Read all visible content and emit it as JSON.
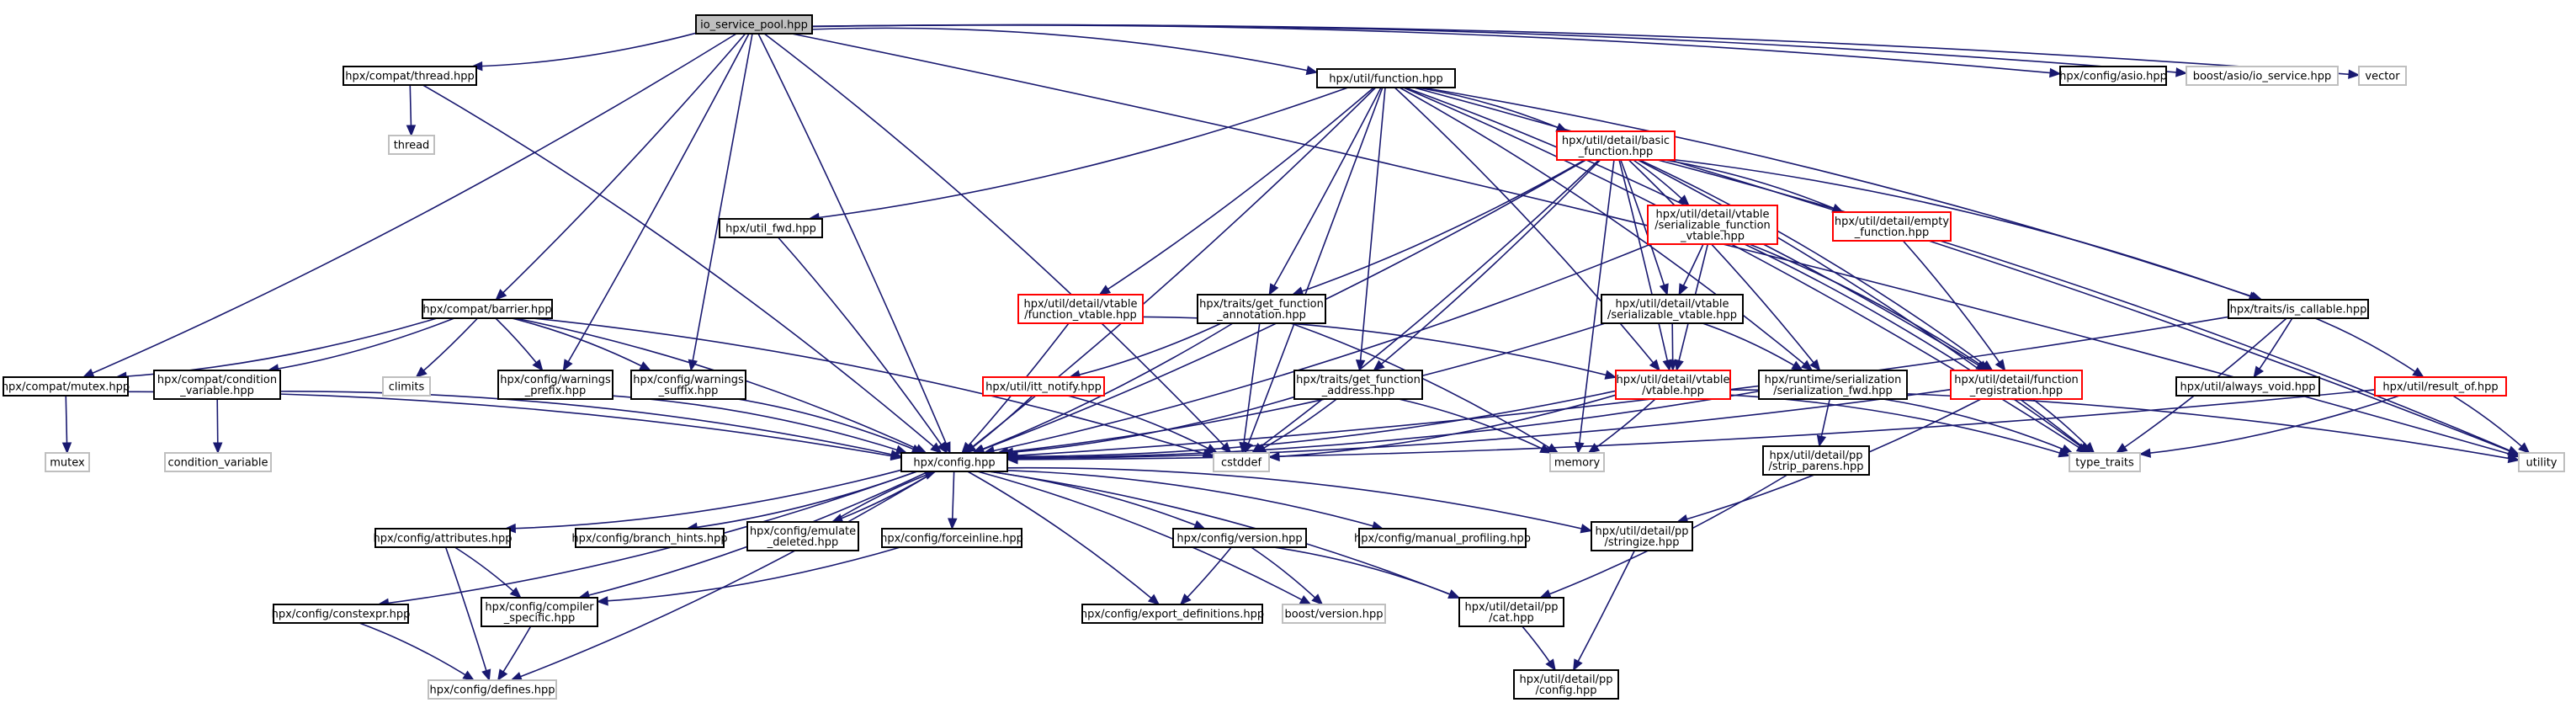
{
  "diagram": {
    "nodes": [
      {
        "id": "root",
        "lines": [
          "io_service_pool.hpp"
        ],
        "style": "root"
      },
      {
        "id": "thread",
        "lines": [
          "hpx/compat/thread.hpp"
        ],
        "style": "normal"
      },
      {
        "id": "function",
        "lines": [
          "hpx/util/function.hpp"
        ],
        "style": "normal"
      },
      {
        "id": "asio",
        "lines": [
          "hpx/config/asio.hpp"
        ],
        "style": "normal"
      },
      {
        "id": "boost_io",
        "lines": [
          "boost/asio/io_service.hpp"
        ],
        "style": "missing"
      },
      {
        "id": "vector",
        "lines": [
          "vector"
        ],
        "style": "missing"
      },
      {
        "id": "thread_std",
        "lines": [
          "thread"
        ],
        "style": "missing"
      },
      {
        "id": "basic_fn",
        "lines": [
          "hpx/util/detail/basic",
          "_function.hpp"
        ],
        "style": "truncated"
      },
      {
        "id": "util_fwd",
        "lines": [
          "hpx/util_fwd.hpp"
        ],
        "style": "normal"
      },
      {
        "id": "ser_fn_vt",
        "lines": [
          "hpx/util/detail/vtable",
          "/serializable_function",
          "_vtable.hpp"
        ],
        "style": "truncated"
      },
      {
        "id": "empty_fn",
        "lines": [
          "hpx/util/detail/empty",
          "_function.hpp"
        ],
        "style": "truncated"
      },
      {
        "id": "barrier",
        "lines": [
          "hpx/compat/barrier.hpp"
        ],
        "style": "normal"
      },
      {
        "id": "fn_vtable",
        "lines": [
          "hpx/util/detail/vtable",
          "/function_vtable.hpp"
        ],
        "style": "truncated"
      },
      {
        "id": "get_fn_ann",
        "lines": [
          "hpx/traits/get_function",
          "_annotation.hpp"
        ],
        "style": "normal"
      },
      {
        "id": "ser_vt",
        "lines": [
          "hpx/util/detail/vtable",
          "/serializable_vtable.hpp"
        ],
        "style": "normal"
      },
      {
        "id": "is_callable",
        "lines": [
          "hpx/traits/is_callable.hpp"
        ],
        "style": "normal"
      },
      {
        "id": "mutex_hpp",
        "lines": [
          "hpx/compat/mutex.hpp"
        ],
        "style": "normal"
      },
      {
        "id": "cond_var",
        "lines": [
          "hpx/compat/condition",
          "_variable.hpp"
        ],
        "style": "normal"
      },
      {
        "id": "climits",
        "lines": [
          "climits"
        ],
        "style": "missing"
      },
      {
        "id": "warn_prefix",
        "lines": [
          "hpx/config/warnings",
          "_prefix.hpp"
        ],
        "style": "normal"
      },
      {
        "id": "warn_suffix",
        "lines": [
          "hpx/config/warnings",
          "_suffix.hpp"
        ],
        "style": "normal"
      },
      {
        "id": "itt_notify",
        "lines": [
          "hpx/util/itt_notify.hpp"
        ],
        "style": "truncated"
      },
      {
        "id": "get_fn_addr",
        "lines": [
          "hpx/traits/get_function",
          "_address.hpp"
        ],
        "style": "normal"
      },
      {
        "id": "vtable",
        "lines": [
          "hpx/util/detail/vtable",
          "/vtable.hpp"
        ],
        "style": "truncated"
      },
      {
        "id": "ser_fwd",
        "lines": [
          "hpx/runtime/serialization",
          "/serialization_fwd.hpp"
        ],
        "style": "normal"
      },
      {
        "id": "fn_reg",
        "lines": [
          "hpx/util/detail/function",
          "_registration.hpp"
        ],
        "style": "truncated"
      },
      {
        "id": "always_void",
        "lines": [
          "hpx/util/always_void.hpp"
        ],
        "style": "normal"
      },
      {
        "id": "result_of",
        "lines": [
          "hpx/util/result_of.hpp"
        ],
        "style": "truncated"
      },
      {
        "id": "mutex",
        "lines": [
          "mutex"
        ],
        "style": "missing"
      },
      {
        "id": "condition_variable",
        "lines": [
          "condition_variable"
        ],
        "style": "missing"
      },
      {
        "id": "config",
        "lines": [
          "hpx/config.hpp"
        ],
        "style": "normal"
      },
      {
        "id": "cstddef",
        "lines": [
          "cstddef"
        ],
        "style": "missing"
      },
      {
        "id": "memory",
        "lines": [
          "memory"
        ],
        "style": "missing"
      },
      {
        "id": "strip_parens",
        "lines": [
          "hpx/util/detail/pp",
          "/strip_parens.hpp"
        ],
        "style": "normal"
      },
      {
        "id": "type_traits",
        "lines": [
          "type_traits"
        ],
        "style": "missing"
      },
      {
        "id": "utility",
        "lines": [
          "utility"
        ],
        "style": "missing"
      },
      {
        "id": "attributes",
        "lines": [
          "hpx/config/attributes.hpp"
        ],
        "style": "normal"
      },
      {
        "id": "branch_hints",
        "lines": [
          "hpx/config/branch_hints.hpp"
        ],
        "style": "normal"
      },
      {
        "id": "emulate_del",
        "lines": [
          "hpx/config/emulate",
          "_deleted.hpp"
        ],
        "style": "normal"
      },
      {
        "id": "forceinline",
        "lines": [
          "hpx/config/forceinline.hpp"
        ],
        "style": "normal"
      },
      {
        "id": "version",
        "lines": [
          "hpx/config/version.hpp"
        ],
        "style": "normal"
      },
      {
        "id": "manual_prof",
        "lines": [
          "hpx/config/manual_profiling.hpp"
        ],
        "style": "normal"
      },
      {
        "id": "stringize",
        "lines": [
          "hpx/util/detail/pp",
          "/stringize.hpp"
        ],
        "style": "normal"
      },
      {
        "id": "constexpr",
        "lines": [
          "hpx/config/constexpr.hpp"
        ],
        "style": "normal"
      },
      {
        "id": "compiler_spec",
        "lines": [
          "hpx/config/compiler",
          "_specific.hpp"
        ],
        "style": "normal"
      },
      {
        "id": "export_defs",
        "lines": [
          "hpx/config/export_definitions.hpp"
        ],
        "style": "normal"
      },
      {
        "id": "boost_version",
        "lines": [
          "boost/version.hpp"
        ],
        "style": "missing"
      },
      {
        "id": "cat",
        "lines": [
          "hpx/util/detail/pp",
          "/cat.hpp"
        ],
        "style": "normal"
      },
      {
        "id": "defines",
        "lines": [
          "hpx/config/defines.hpp"
        ],
        "style": "missing"
      },
      {
        "id": "pp_config",
        "lines": [
          "hpx/util/detail/pp",
          "/config.hpp"
        ],
        "style": "normal"
      }
    ],
    "edges": [
      [
        "root",
        "thread"
      ],
      [
        "root",
        "function"
      ],
      [
        "root",
        "asio"
      ],
      [
        "root",
        "boost_io"
      ],
      [
        "root",
        "vector"
      ],
      [
        "root",
        "barrier"
      ],
      [
        "root",
        "mutex_hpp"
      ],
      [
        "root",
        "warn_prefix"
      ],
      [
        "root",
        "warn_suffix"
      ],
      [
        "root",
        "config"
      ],
      [
        "root",
        "cstddef"
      ],
      [
        "root",
        "utility"
      ],
      [
        "thread",
        "thread_std"
      ],
      [
        "thread",
        "config"
      ],
      [
        "function",
        "basic_fn"
      ],
      [
        "function",
        "util_fwd"
      ],
      [
        "function",
        "fn_vtable"
      ],
      [
        "function",
        "get_fn_ann"
      ],
      [
        "function",
        "get_fn_addr"
      ],
      [
        "function",
        "vtable"
      ],
      [
        "function",
        "ser_fwd"
      ],
      [
        "function",
        "fn_reg"
      ],
      [
        "function",
        "is_callable"
      ],
      [
        "function",
        "config"
      ],
      [
        "function",
        "cstddef"
      ],
      [
        "function",
        "type_traits"
      ],
      [
        "function",
        "utility"
      ],
      [
        "basic_fn",
        "ser_fn_vt"
      ],
      [
        "basic_fn",
        "empty_fn"
      ],
      [
        "basic_fn",
        "ser_vt"
      ],
      [
        "basic_fn",
        "vtable"
      ],
      [
        "basic_fn",
        "get_fn_ann"
      ],
      [
        "basic_fn",
        "get_fn_addr"
      ],
      [
        "basic_fn",
        "is_callable"
      ],
      [
        "basic_fn",
        "ser_fwd"
      ],
      [
        "basic_fn",
        "fn_reg"
      ],
      [
        "basic_fn",
        "config"
      ],
      [
        "basic_fn",
        "cstddef"
      ],
      [
        "basic_fn",
        "type_traits"
      ],
      [
        "basic_fn",
        "utility"
      ],
      [
        "basic_fn",
        "memory"
      ],
      [
        "util_fwd",
        "config"
      ],
      [
        "ser_fn_vt",
        "ser_vt"
      ],
      [
        "ser_fn_vt",
        "vtable"
      ],
      [
        "ser_fn_vt",
        "fn_reg"
      ],
      [
        "ser_fn_vt",
        "type_traits"
      ],
      [
        "ser_fn_vt",
        "config"
      ],
      [
        "empty_fn",
        "fn_reg"
      ],
      [
        "barrier",
        "config"
      ],
      [
        "barrier",
        "mutex_hpp"
      ],
      [
        "barrier",
        "cond_var"
      ],
      [
        "barrier",
        "climits"
      ],
      [
        "barrier",
        "warn_prefix"
      ],
      [
        "barrier",
        "warn_suffix"
      ],
      [
        "barrier",
        "cstddef"
      ],
      [
        "fn_vtable",
        "vtable"
      ],
      [
        "fn_vtable",
        "config"
      ],
      [
        "get_fn_ann",
        "config"
      ],
      [
        "get_fn_ann",
        "itt_notify"
      ],
      [
        "get_fn_ann",
        "cstddef"
      ],
      [
        "get_fn_ann",
        "memory"
      ],
      [
        "ser_vt",
        "vtable"
      ],
      [
        "ser_vt",
        "ser_fwd"
      ],
      [
        "ser_vt",
        "config"
      ],
      [
        "is_callable",
        "always_void"
      ],
      [
        "is_callable",
        "result_of"
      ],
      [
        "is_callable",
        "type_traits"
      ],
      [
        "is_callable",
        "config"
      ],
      [
        "mutex_hpp",
        "mutex"
      ],
      [
        "mutex_hpp",
        "config"
      ],
      [
        "cond_var",
        "condition_variable"
      ],
      [
        "cond_var",
        "config"
      ],
      [
        "warn_prefix",
        "config"
      ],
      [
        "warn_suffix",
        "config"
      ],
      [
        "itt_notify",
        "config"
      ],
      [
        "itt_notify",
        "cstddef"
      ],
      [
        "get_fn_addr",
        "config"
      ],
      [
        "get_fn_addr",
        "cstddef"
      ],
      [
        "get_fn_addr",
        "memory"
      ],
      [
        "vtable",
        "config"
      ],
      [
        "vtable",
        "cstddef"
      ],
      [
        "vtable",
        "memory"
      ],
      [
        "vtable",
        "type_traits"
      ],
      [
        "vtable",
        "utility"
      ],
      [
        "ser_fwd",
        "config"
      ],
      [
        "ser_fwd",
        "strip_parens"
      ],
      [
        "ser_fwd",
        "type_traits"
      ],
      [
        "fn_reg",
        "config"
      ],
      [
        "fn_reg",
        "stringize"
      ],
      [
        "fn_reg",
        "type_traits"
      ],
      [
        "result_of",
        "config"
      ],
      [
        "result_of",
        "type_traits"
      ],
      [
        "result_of",
        "utility"
      ],
      [
        "strip_parens",
        "cat"
      ],
      [
        "config",
        "attributes"
      ],
      [
        "config",
        "branch_hints"
      ],
      [
        "config",
        "emulate_del"
      ],
      [
        "config",
        "forceinline"
      ],
      [
        "config",
        "version"
      ],
      [
        "config",
        "manual_prof"
      ],
      [
        "config",
        "stringize"
      ],
      [
        "config",
        "constexpr"
      ],
      [
        "config",
        "compiler_spec"
      ],
      [
        "config",
        "export_defs"
      ],
      [
        "config",
        "boost_version"
      ],
      [
        "config",
        "cat"
      ],
      [
        "config",
        "defines"
      ],
      [
        "attributes",
        "compiler_spec"
      ],
      [
        "attributes",
        "defines"
      ],
      [
        "emulate_del",
        "config"
      ],
      [
        "forceinline",
        "compiler_spec"
      ],
      [
        "version",
        "export_defs"
      ],
      [
        "version",
        "boost_version"
      ],
      [
        "version",
        "cat"
      ],
      [
        "stringize",
        "pp_config"
      ],
      [
        "constexpr",
        "defines"
      ],
      [
        "compiler_spec",
        "defines"
      ],
      [
        "cat",
        "pp_config"
      ]
    ],
    "colors": {
      "edge": "#191970",
      "normal_border": "#000000",
      "truncated_border": "#ff0000",
      "missing_border": "#bfbfbf",
      "root_fill": "#bfbfbf",
      "missing_text": "#555555"
    }
  }
}
